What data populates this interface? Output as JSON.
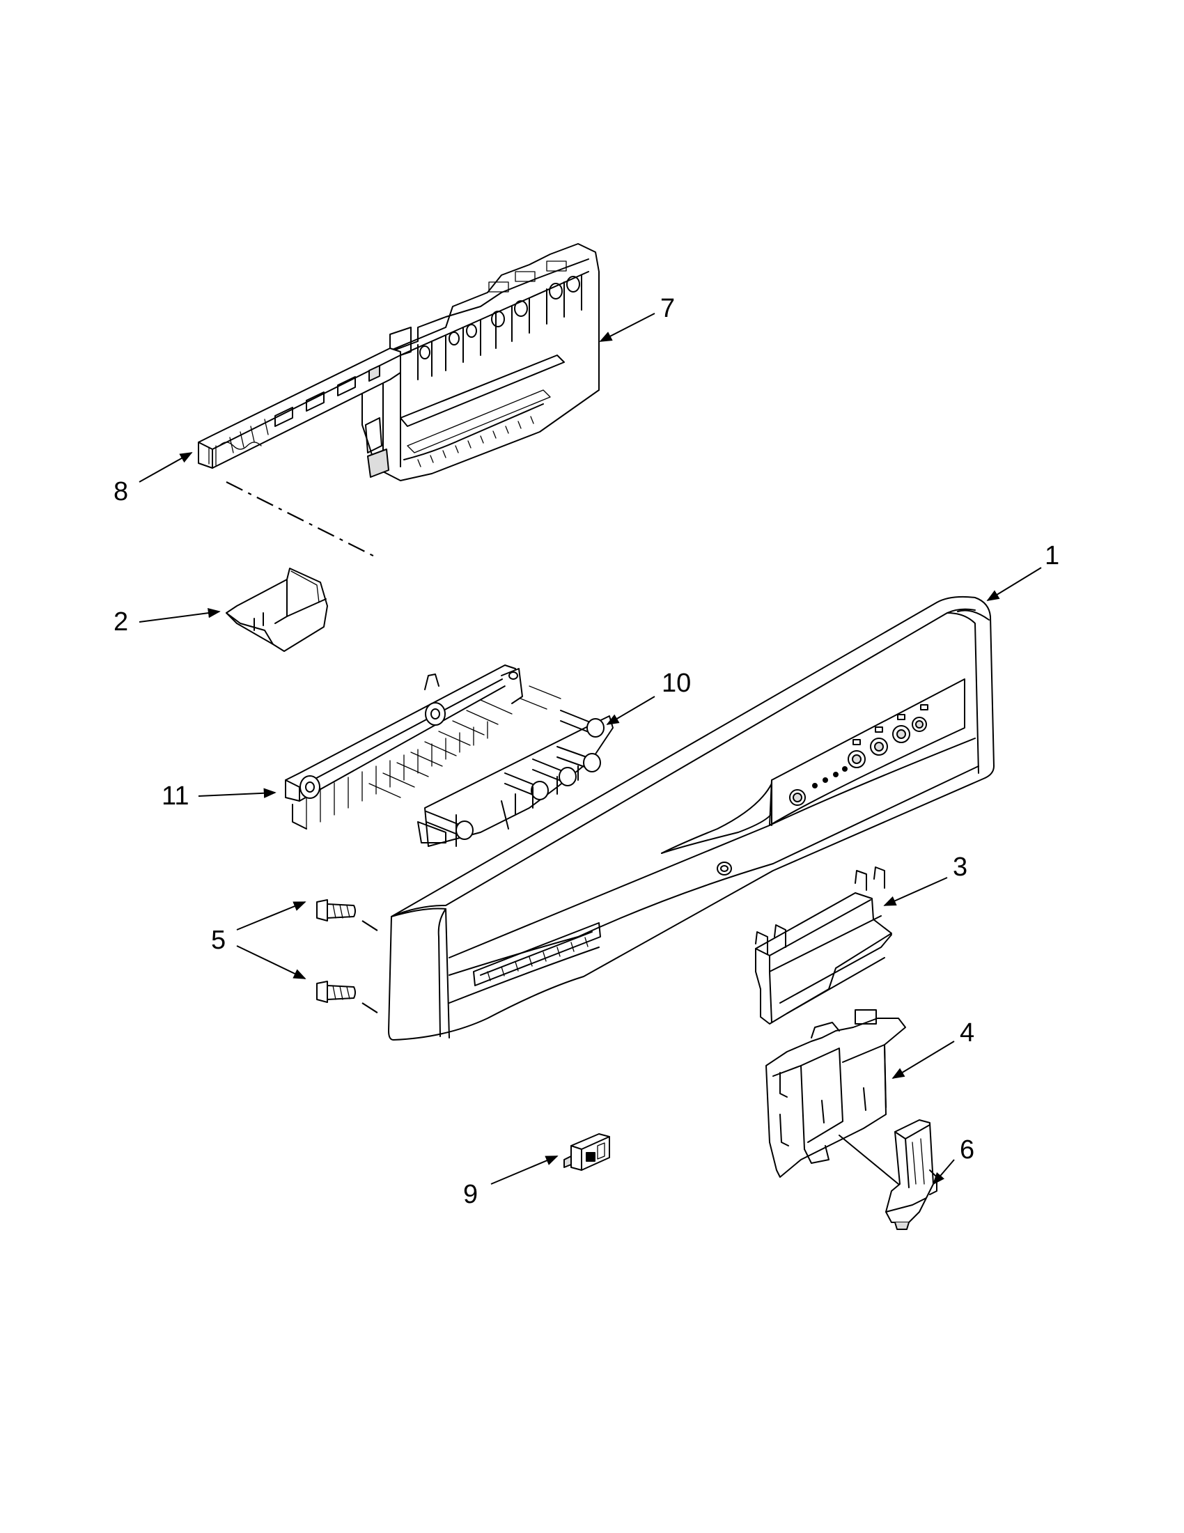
{
  "diagram": {
    "callouts": [
      {
        "id": "1",
        "text": "1"
      },
      {
        "id": "2",
        "text": "2"
      },
      {
        "id": "3",
        "text": "3"
      },
      {
        "id": "4",
        "text": "4"
      },
      {
        "id": "5",
        "text": "5"
      },
      {
        "id": "6",
        "text": "6"
      },
      {
        "id": "7",
        "text": "7"
      },
      {
        "id": "8",
        "text": "8"
      },
      {
        "id": "9",
        "text": "9"
      },
      {
        "id": "10",
        "text": "10"
      },
      {
        "id": "11",
        "text": "11"
      }
    ]
  },
  "colors": {
    "line": "#000000",
    "background": "#ffffff"
  }
}
